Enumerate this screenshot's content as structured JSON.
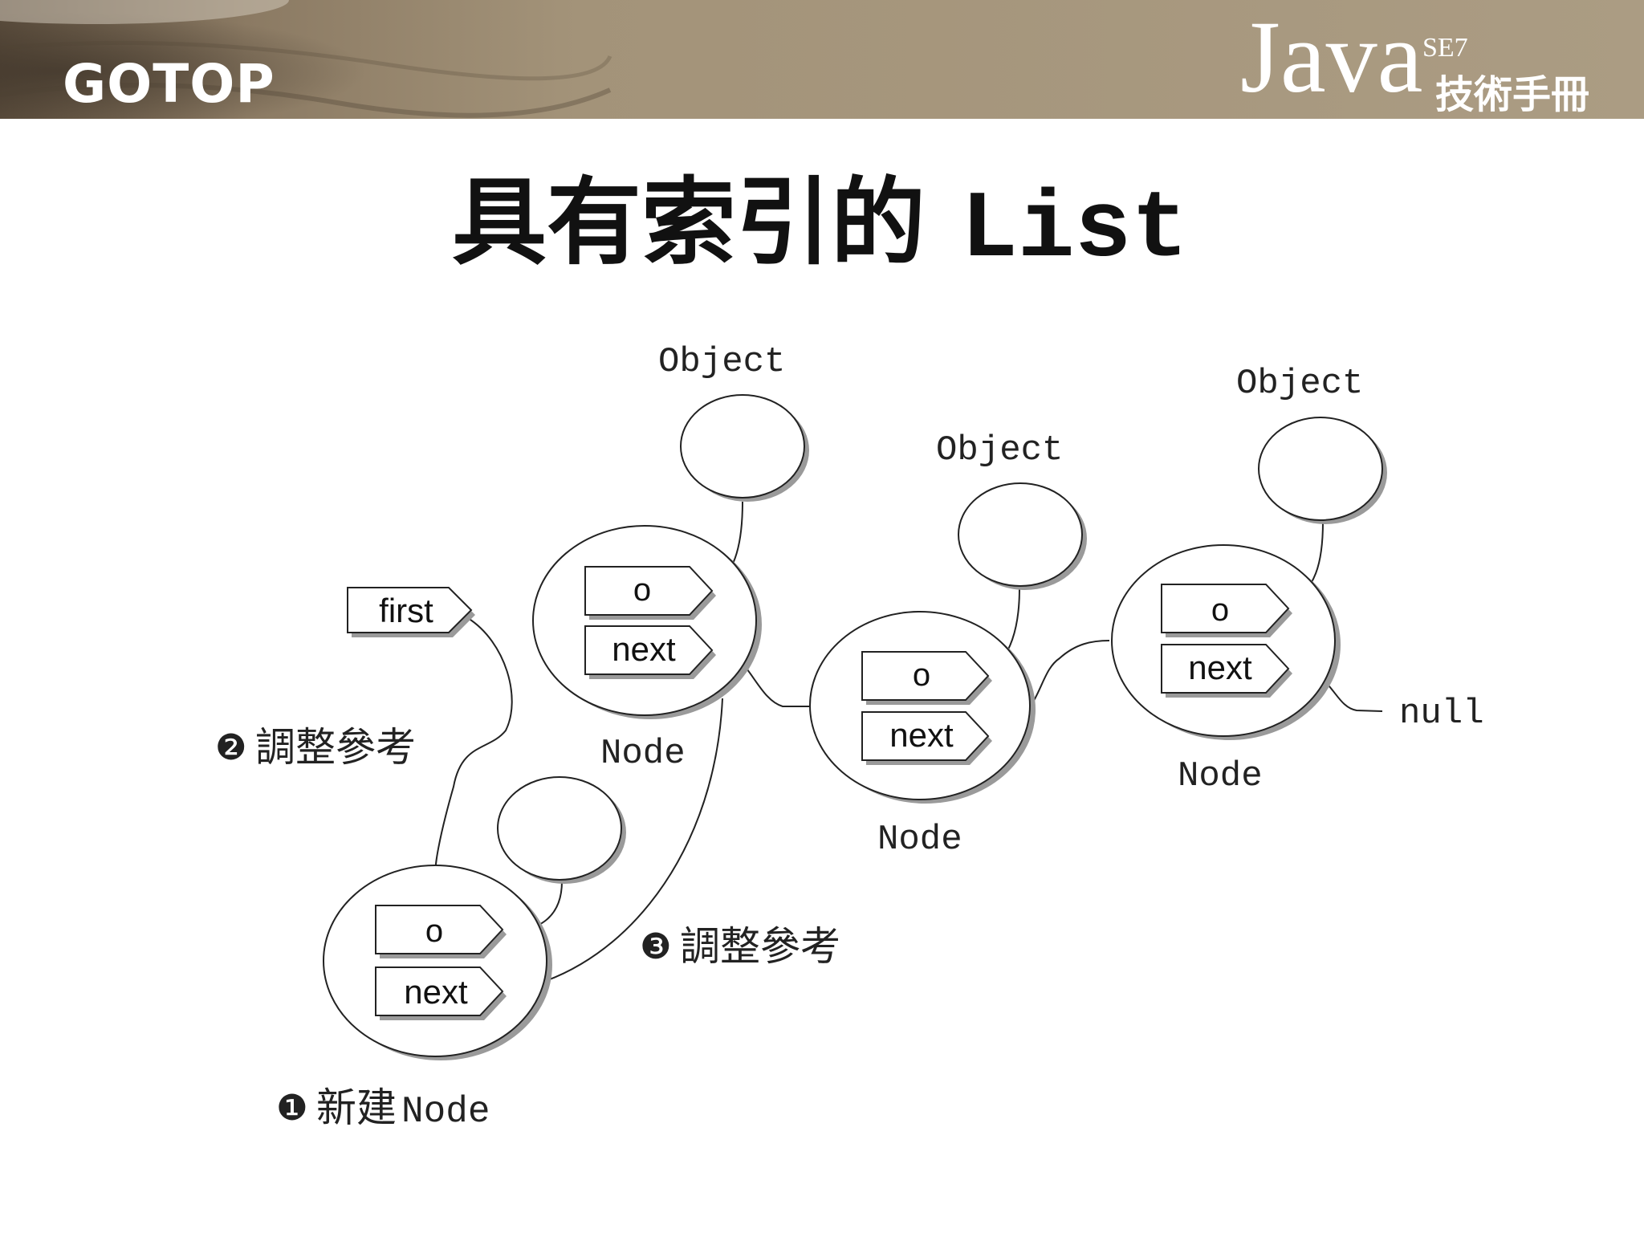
{
  "header": {
    "publisher_logo": "GOTOP",
    "book_title": "Java",
    "book_edition": "SE7",
    "book_subtitle": "技術手冊",
    "colors": {
      "banner_left": "#6e5e4a",
      "banner_right": "#a99a81"
    }
  },
  "slide": {
    "title_cjk": "具有索引的",
    "title_code": "List"
  },
  "diagram": {
    "object_label": "Object",
    "node_label": "Node",
    "field_o": "o",
    "field_next": "next",
    "first_label": "first",
    "null_label": "null",
    "step1_marker": "❶",
    "step1_text": "新建",
    "step1_code": "Node",
    "step2_marker": "❷",
    "step2_text": "調整參考",
    "step3_marker": "❸",
    "step3_text": "調整參考"
  }
}
